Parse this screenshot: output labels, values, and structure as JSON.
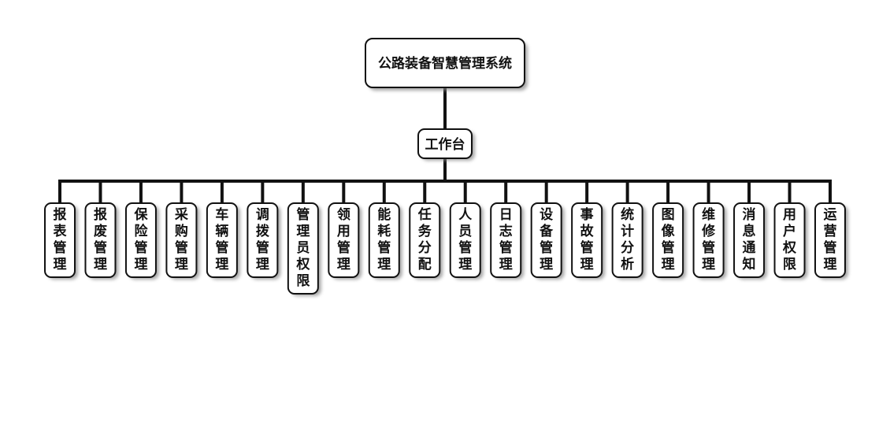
{
  "root": {
    "label": "公路装备智慧管理系统"
  },
  "hub": {
    "label": "工作台"
  },
  "modules": [
    {
      "label": "报表管理"
    },
    {
      "label": "报废管理"
    },
    {
      "label": "保险管理"
    },
    {
      "label": "采购管理"
    },
    {
      "label": "车辆管理"
    },
    {
      "label": "调拨管理"
    },
    {
      "label": "管理员权限"
    },
    {
      "label": "领用管理"
    },
    {
      "label": "能耗管理"
    },
    {
      "label": "任务分配"
    },
    {
      "label": "人员管理"
    },
    {
      "label": "日志管理"
    },
    {
      "label": "设备管理"
    },
    {
      "label": "事故管理"
    },
    {
      "label": "统计分析"
    },
    {
      "label": "图像管理"
    },
    {
      "label": "维修管理"
    },
    {
      "label": "消息通知"
    },
    {
      "label": "用户权限"
    },
    {
      "label": "运营管理"
    }
  ]
}
